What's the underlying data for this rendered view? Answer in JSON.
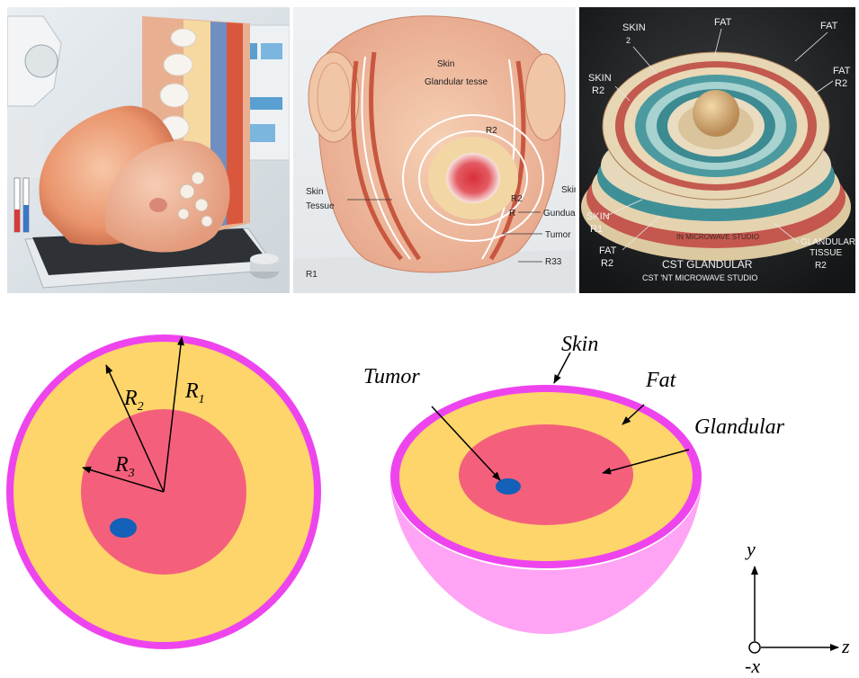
{
  "panel2": {
    "skin": "Skin",
    "glandular": "Glandular tesse",
    "r2_top": "R2",
    "skin_left_1": "Skin",
    "skin_left_2": "Tessue",
    "r2_right": "R2",
    "skin_right": "Skin",
    "r_right": "R",
    "gundua": "Gundua",
    "tumor": "Tumor",
    "r33": "R33",
    "r1": "R1"
  },
  "panel3": {
    "skin_top": "SKIN",
    "skin_top_sub": "2",
    "fat_top": "FAT",
    "fat_topright": "FAT",
    "skin_left": "SKIN",
    "skin_left_r": "R2",
    "fat_right": "FAT",
    "fat_right_r": "R2",
    "skin_low": "SKIN",
    "skin_low_r": "R1",
    "fat_low": "FAT",
    "fat_low_r": "R2",
    "glandular_right": "GLANDULAR",
    "tissue_right": "TISSUE",
    "tissue_right_r": "R2",
    "cst_glandular": "CST GLANDULAR",
    "cst_studio": "CST  'NT MICROWAVE STUDIO",
    "curved_text": "IN MICROWAVE STUDIO"
  },
  "diagram": {
    "r1": "R",
    "r1_sub": "1",
    "r2": "R",
    "r2_sub": "2",
    "r3": "R",
    "r3_sub": "3",
    "skin": "Skin",
    "fat": "Fat",
    "glandular": "Glandular",
    "tumor": "Tumor",
    "axis_y": "y",
    "axis_z": "z",
    "axis_x": "-x"
  },
  "colors": {
    "skin": "#ee44ee",
    "skin_light": "#ffa4f4",
    "fat": "#fdd56a",
    "glandular": "#f4607c",
    "tumor": "#1560b8"
  }
}
